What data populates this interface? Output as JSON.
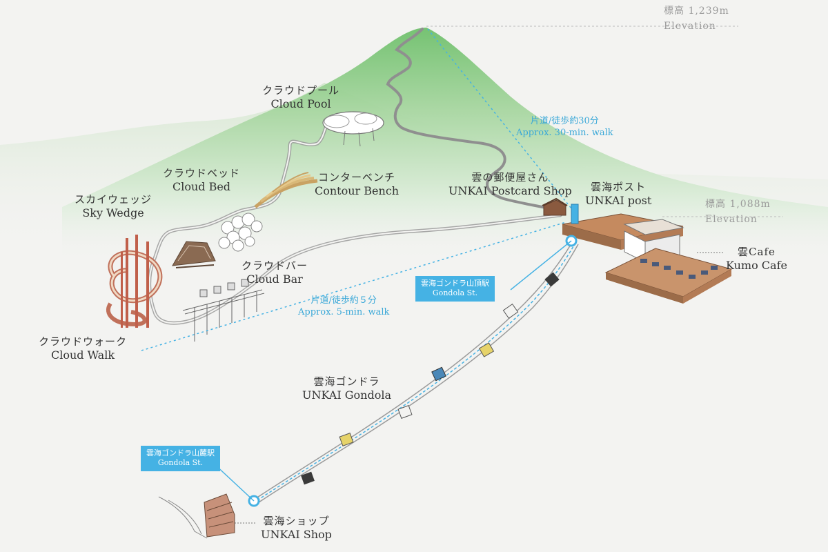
{
  "elevation_top": {
    "jp": "標高 1,239m",
    "en": "Elevation"
  },
  "elevation_mid": {
    "jp": "標高 1,088m",
    "en": "Elevation"
  },
  "walk_30": {
    "jp": "片道/徒歩約30分",
    "en": "Approx. 30-min. walk"
  },
  "walk_5": {
    "jp": "片道/徒歩約５分",
    "en": "Approx. 5-min. walk"
  },
  "places": {
    "cloud_pool": {
      "jp": "クラウドプール",
      "en": "Cloud Pool"
    },
    "cloud_bed": {
      "jp": "クラウドベッド",
      "en": "Cloud Bed"
    },
    "contour_bench": {
      "jp": "コンターベンチ",
      "en": "Contour Bench"
    },
    "sky_wedge": {
      "jp": "スカイウェッジ",
      "en": "Sky Wedge"
    },
    "cloud_bar": {
      "jp": "クラウドバー",
      "en": "Cloud Bar"
    },
    "cloud_walk": {
      "jp": "クラウドウォーク",
      "en": "Cloud Walk"
    },
    "postcard_shop": {
      "jp": "雲の郵便屋さん",
      "en": "UNKAI Postcard Shop"
    },
    "unkai_post": {
      "jp": "雲海ポスト",
      "en": "UNKAI post"
    },
    "kumo_cafe": {
      "jp": "雲Cafe",
      "en": "Kumo Cafe"
    },
    "unkai_gondola": {
      "jp": "雲海ゴンドラ",
      "en": "UNKAI Gondola"
    },
    "unkai_shop": {
      "jp": "雲海ショップ",
      "en": "UNKAI Shop"
    }
  },
  "stations": {
    "summit": {
      "jp": "雲海ゴンドラ山頂駅",
      "en": "Gondola St."
    },
    "base": {
      "jp": "雲海ゴンドラ山麓駅",
      "en": "Gondola St."
    }
  },
  "colors": {
    "accent_blue": "#45b2e4",
    "walk_blue": "#3aa8d8",
    "mountain_green": "#7cc57a",
    "path_gray": "#8f8f8f",
    "building_brown": "#b07a52"
  }
}
